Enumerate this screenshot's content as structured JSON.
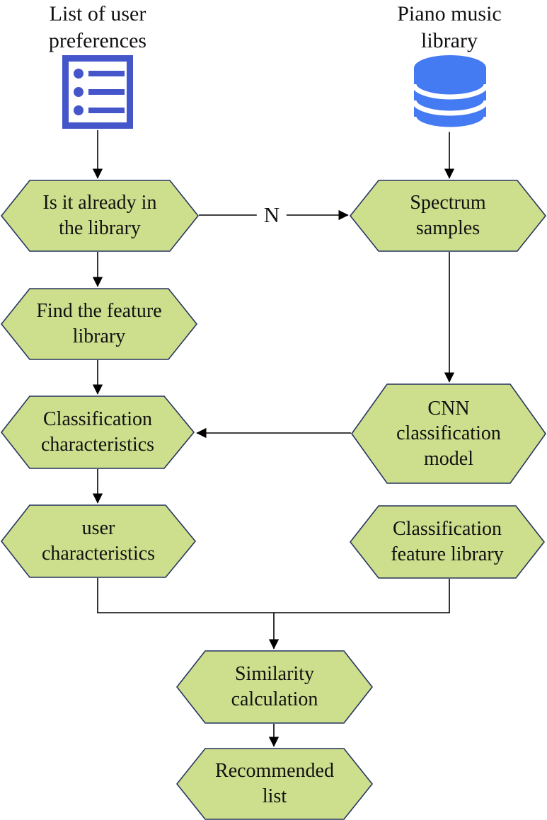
{
  "sources": {
    "user_preferences": {
      "title": "List of user\npreferences",
      "icon": "list-icon"
    },
    "piano_library": {
      "title": "Piano music\nlibrary",
      "icon": "database-icon"
    }
  },
  "nodes": {
    "already_in_library": "Is it already in\nthe library",
    "spectrum_samples": "Spectrum\nsamples",
    "find_feature_library": "Find the feature\nlibrary",
    "cnn_model": "CNN\nclassification\nmodel",
    "classification_characteristics": "Classification\ncharacteristics",
    "user_characteristics": "user\ncharacteristics",
    "classification_feature_library": "Classification\nfeature library",
    "similarity_calculation": "Similarity\ncalculation",
    "recommended_list": "Recommended\nlist"
  },
  "edge_labels": {
    "n": "N"
  },
  "colors": {
    "node_fill": "#cdde8c",
    "node_border": "#26355f",
    "list_icon": "#4456c9",
    "database_icon": "#447af2",
    "arrow": "#000000",
    "text": "#111111",
    "background": "#ffffff"
  }
}
